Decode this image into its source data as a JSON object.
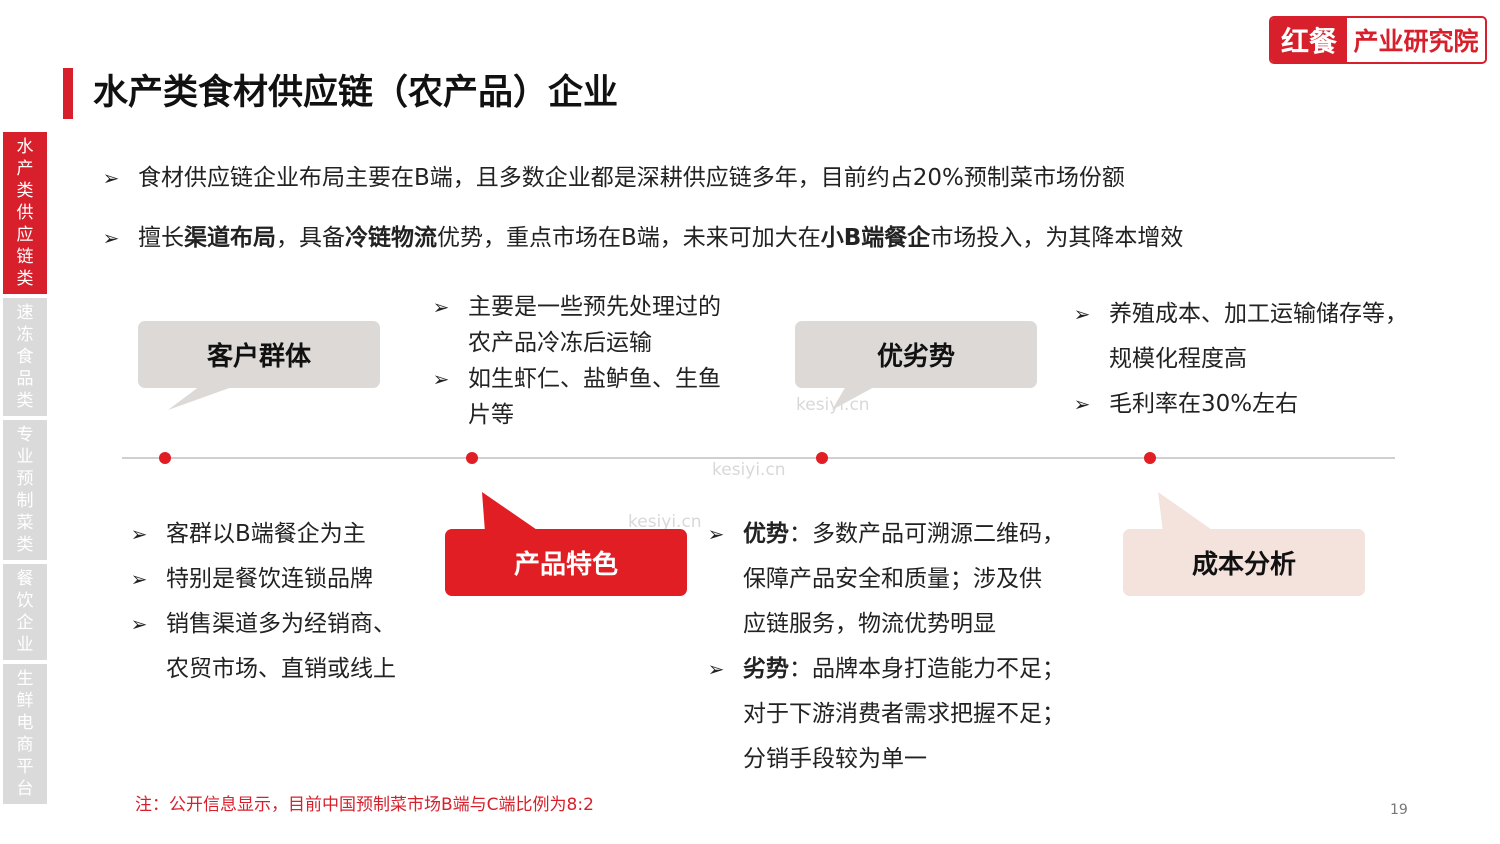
{
  "logo": {
    "mark": "红餐",
    "text": "产业研究院"
  },
  "title": "水产类食材供应链（农产品）企业",
  "sidebar": [
    {
      "label": "水产类供应链类",
      "active": true
    },
    {
      "label": "速冻食品类",
      "active": false
    },
    {
      "label": "专业预制菜类",
      "active": false
    },
    {
      "label": "餐饮企业",
      "active": false
    },
    {
      "label": "生鲜电商平台",
      "active": false
    }
  ],
  "intro": {
    "line1": "食材供应链企业布局主要在B端，且多数企业都是深耕供应链多年，目前约占20%预制菜市场份额",
    "line2": {
      "p1": "擅长",
      "b1": "渠道布局",
      "p2": "，具备",
      "b2": "冷链物流",
      "p3": "优势，重点市场在B端，未来可加大在",
      "b3": "小B端餐企",
      "p4": "市场投入，为其降本增效"
    }
  },
  "boxes": {
    "customer": "客户群体",
    "advantage": "优劣势",
    "product": "产品特色",
    "cost": "成本分析"
  },
  "customer_points": [
    "客群以B端餐企为主",
    "特别是餐饮连锁品牌",
    "销售渠道多为经销商、",
    "农贸市场、直销或线上"
  ],
  "product_points": [
    "主要是一些预先处理过的",
    "农产品冷冻后运输",
    "如生虾仁、盐鲈鱼、生鱼",
    "片等"
  ],
  "adv_points": {
    "adv_label": "优势",
    "adv_text1": "：多数产品可溯源二维码，",
    "adv_text2": "保障产品安全和质量；涉及供",
    "adv_text3": "应链服务，物流优势明显",
    "dis_label": "劣势",
    "dis_text1": "：品牌本身打造能力不足；",
    "dis_text2": "对于下游消费者需求把握不足；",
    "dis_text3": "分销手段较为单一"
  },
  "cost_points": [
    "养殖成本、加工运输储存等，",
    "规模化程度高",
    "毛利率在30%左右"
  ],
  "note": "注：公开信息显示，目前中国预制菜市场B端与C端比例为8:2",
  "page_number": "19",
  "watermark": "kesiyi.cn",
  "icons": {
    "bullet": "arrow-bullet-icon"
  },
  "colors": {
    "accent": "#d7202b",
    "grey_box": "#ddd9d6",
    "pink_box": "#f4e2dc"
  }
}
